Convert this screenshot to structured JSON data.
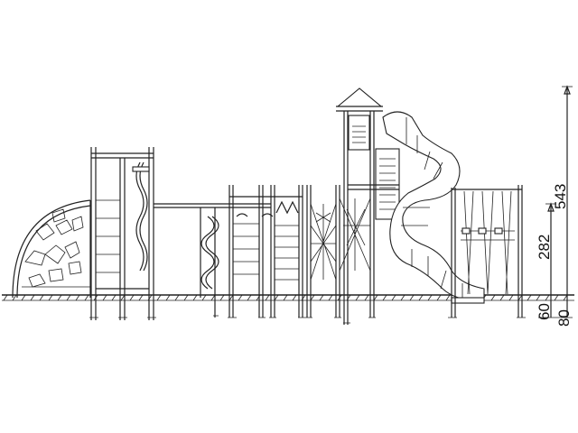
{
  "dimensions": {
    "total_height": "543",
    "deck_height": "282",
    "ground_offset_1": "60",
    "ground_offset_2": "80"
  }
}
